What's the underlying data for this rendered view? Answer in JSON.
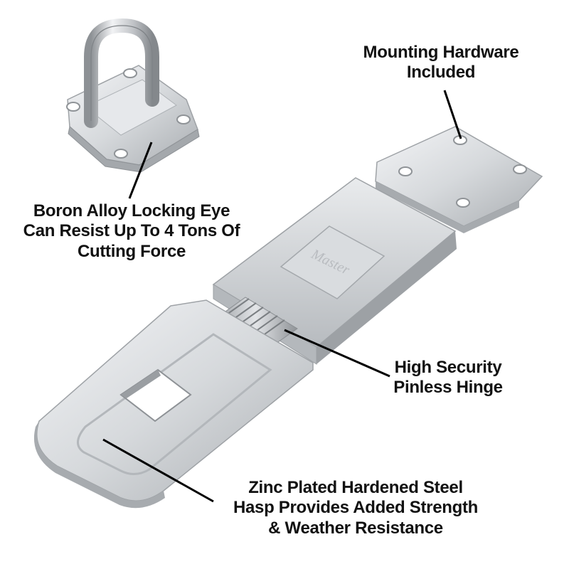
{
  "callouts": {
    "mounting_hardware": {
      "lines": [
        "Mounting Hardware",
        "Included"
      ]
    },
    "locking_eye": {
      "lines": [
        "Boron Alloy Locking Eye",
        "Can Resist Up To 4 Tons Of",
        "Cutting Force"
      ]
    },
    "hinge": {
      "lines": [
        "High Security",
        "Pinless Hinge"
      ]
    },
    "hasp": {
      "lines": [
        "Zinc Plated Hardened Steel",
        "Hasp Provides Added Strength",
        "& Weather Resistance"
      ]
    }
  },
  "product": {
    "embossed_brand": "Master"
  },
  "colors": {
    "steel_light": "#eef0f2",
    "steel_mid": "#c9ccd0",
    "steel_dark": "#8e9296",
    "text": "#111111",
    "background": "#ffffff"
  }
}
